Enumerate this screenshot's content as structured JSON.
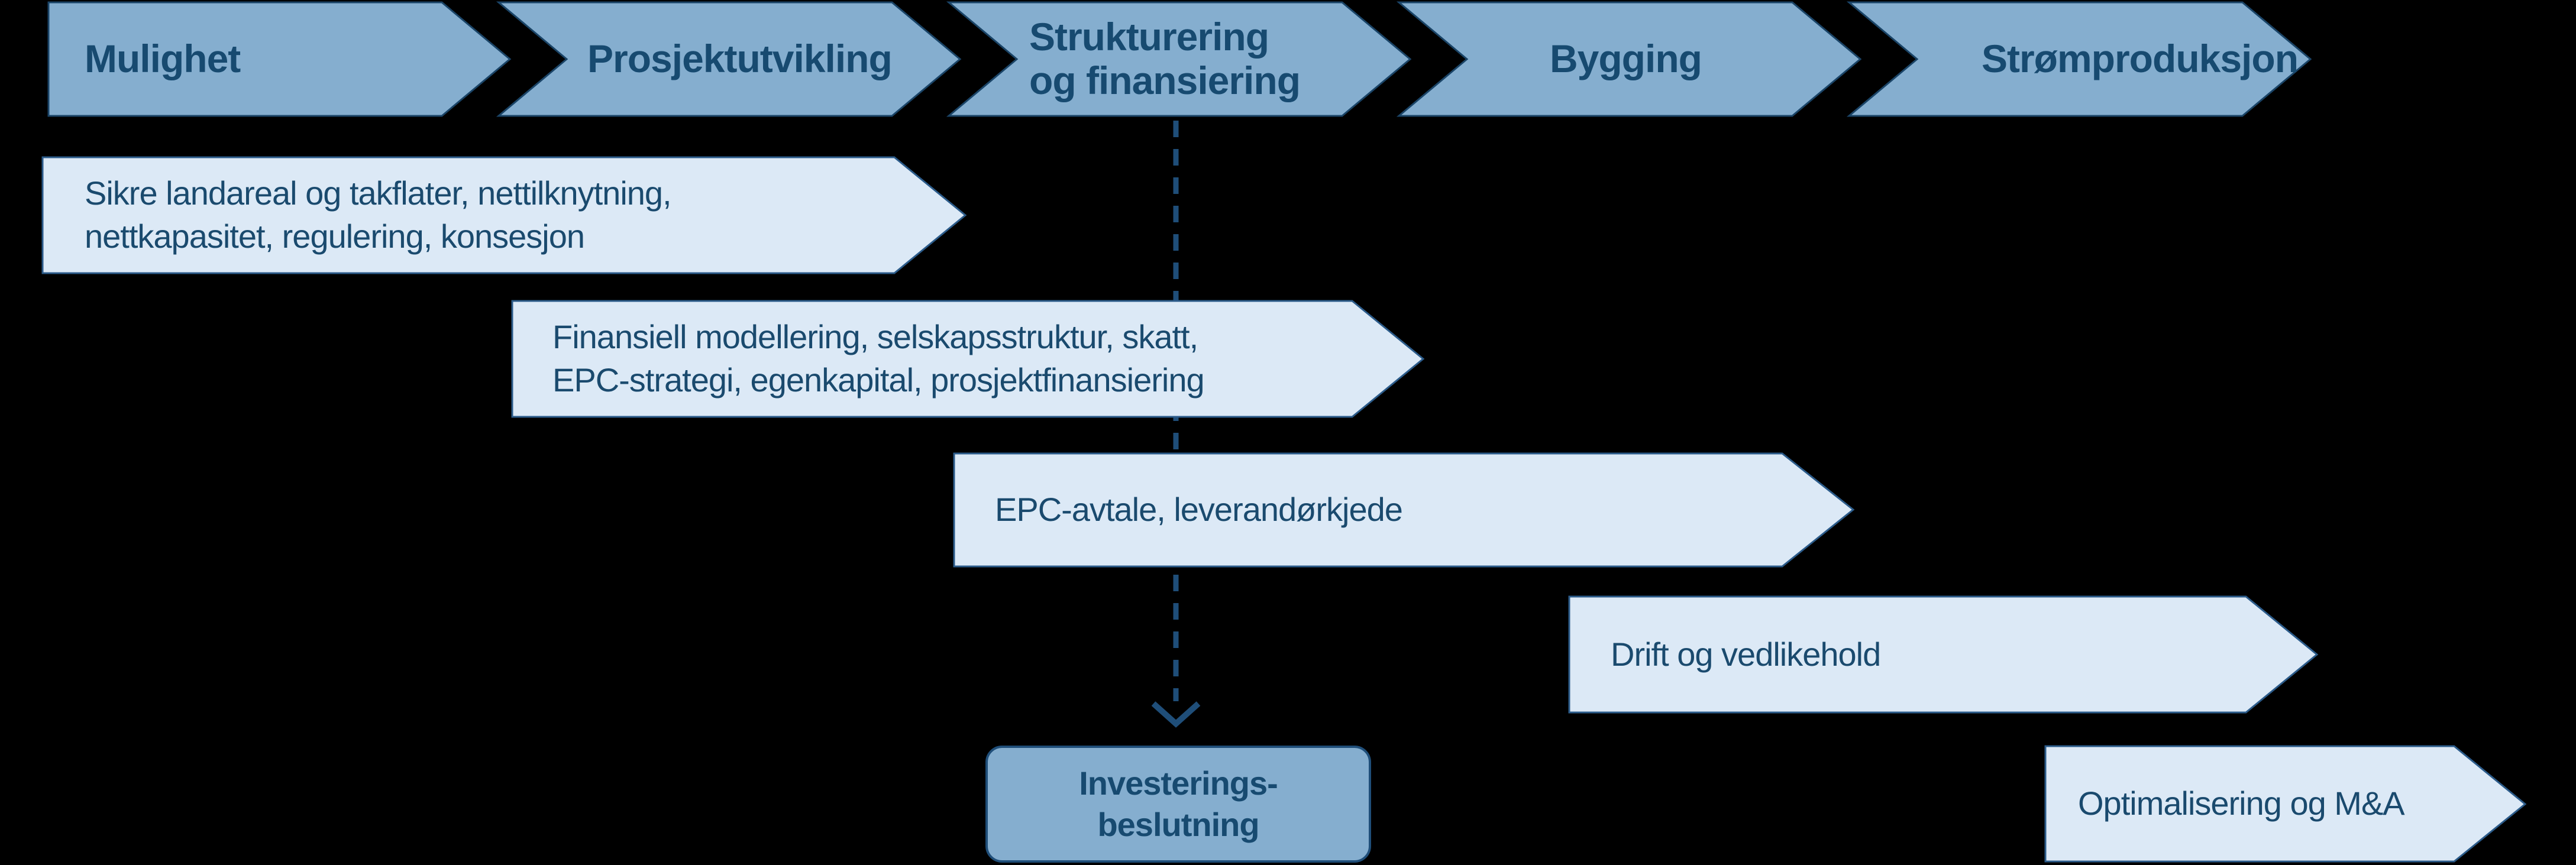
{
  "diagram": {
    "phases": [
      {
        "line1": "Mulighet"
      },
      {
        "line1": "Prosjektutvikling"
      },
      {
        "line1": "Strukturering",
        "line2": "og finansiering"
      },
      {
        "line1": "Bygging"
      },
      {
        "line1": "Strømproduksjon"
      }
    ],
    "activities": [
      {
        "line1": "Sikre landareal og takflater, nettilknytning,",
        "line2": "nettkapasitet, regulering, konsesjon"
      },
      {
        "line1": "Finansiell modellering, selskapsstruktur, skatt,",
        "line2": "EPC-strategi, egenkapital, prosjektfinansiering"
      },
      {
        "line1": "EPC-avtale, leverandørkjede"
      },
      {
        "line1": "Drift og vedlikehold"
      },
      {
        "line1": "Optimalisering og M&A"
      }
    ],
    "decision": {
      "line1": "Investerings-",
      "line2": "beslutning"
    },
    "colors": {
      "background": "#000000",
      "phase_fill": "#85AECF",
      "phase_border": "#1A4467",
      "phase_text": "#174A70",
      "activity_fill": "#DCE9F6",
      "activity_border": "#2B5B8A",
      "activity_text": "#1A4A6E",
      "connector": "#1F4E79",
      "decision_fill": "#85AECF",
      "decision_border": "#1F4E79"
    }
  }
}
